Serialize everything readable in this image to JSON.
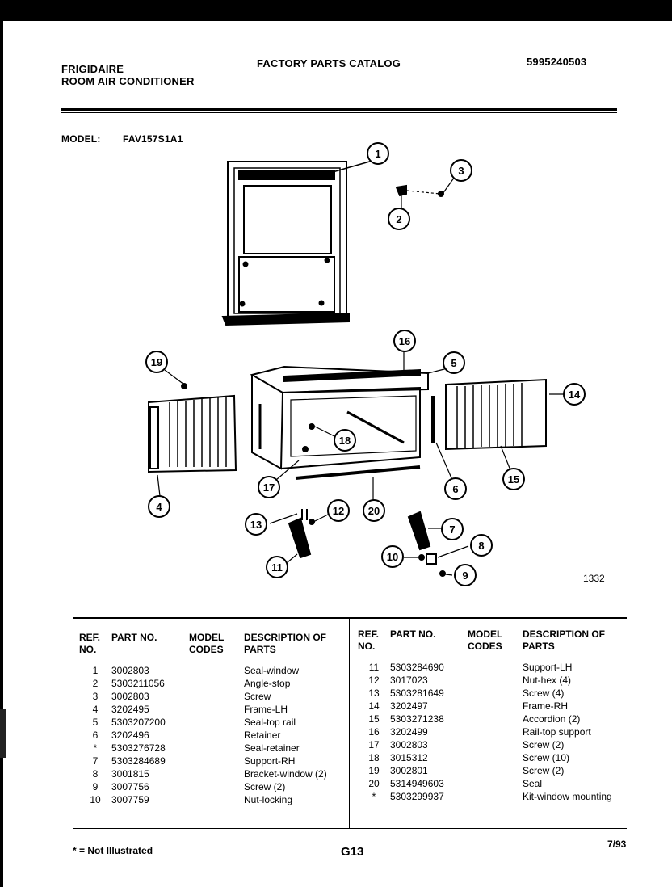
{
  "header": {
    "brand": "FRIGIDAIRE",
    "product": "ROOM AIR CONDITIONER",
    "catalog_title": "FACTORY PARTS CATALOG",
    "catalog_number": "5995240503",
    "model_label": "MODEL:",
    "model_value": "FAV157S1A1"
  },
  "diagram": {
    "figure_number": "1332",
    "callouts": [
      "1",
      "2",
      "3",
      "4",
      "5",
      "6",
      "7",
      "8",
      "9",
      "10",
      "11",
      "12",
      "13",
      "14",
      "15",
      "16",
      "17",
      "18",
      "19",
      "20"
    ]
  },
  "table": {
    "headers": {
      "ref": "REF. NO.",
      "part": "PART NO.",
      "codes": "MODEL CODES",
      "desc": "DESCRIPTION OF PARTS"
    },
    "left_rows": [
      {
        "ref": "1",
        "part": "3002803",
        "codes": "",
        "desc": "Seal-window"
      },
      {
        "ref": "2",
        "part": "5303211056",
        "codes": "",
        "desc": "Angle-stop"
      },
      {
        "ref": "3",
        "part": "3002803",
        "codes": "",
        "desc": "Screw"
      },
      {
        "ref": "4",
        "part": "3202495",
        "codes": "",
        "desc": "Frame-LH"
      },
      {
        "ref": "5",
        "part": "5303207200",
        "codes": "",
        "desc": "Seal-top rail"
      },
      {
        "ref": "6",
        "part": "3202496",
        "codes": "",
        "desc": "Retainer"
      },
      {
        "ref": "*",
        "part": "5303276728",
        "codes": "",
        "desc": "Seal-retainer"
      },
      {
        "ref": "7",
        "part": "5303284689",
        "codes": "",
        "desc": "Support-RH"
      },
      {
        "ref": "8",
        "part": "3001815",
        "codes": "",
        "desc": "Bracket-window  (2)"
      },
      {
        "ref": "9",
        "part": "3007756",
        "codes": "",
        "desc": "Screw  (2)"
      },
      {
        "ref": "10",
        "part": "3007759",
        "codes": "",
        "desc": "Nut-locking"
      }
    ],
    "right_rows": [
      {
        "ref": "11",
        "part": "5303284690",
        "codes": "",
        "desc": "Support-LH"
      },
      {
        "ref": "12",
        "part": "3017023",
        "codes": "",
        "desc": "Nut-hex  (4)"
      },
      {
        "ref": "13",
        "part": "5303281649",
        "codes": "",
        "desc": "Screw  (4)"
      },
      {
        "ref": "14",
        "part": "3202497",
        "codes": "",
        "desc": "Frame-RH"
      },
      {
        "ref": "15",
        "part": "5303271238",
        "codes": "",
        "desc": "Accordion  (2)"
      },
      {
        "ref": "16",
        "part": "3202499",
        "codes": "",
        "desc": "Rail-top  support"
      },
      {
        "ref": "17",
        "part": "3002803",
        "codes": "",
        "desc": "Screw  (2)"
      },
      {
        "ref": "18",
        "part": "3015312",
        "codes": "",
        "desc": "Screw  (10)"
      },
      {
        "ref": "19",
        "part": "3002801",
        "codes": "",
        "desc": "Screw  (2)"
      },
      {
        "ref": "20",
        "part": "5314949603",
        "codes": "",
        "desc": "Seal"
      },
      {
        "ref": "*",
        "part": "5303299937",
        "codes": "",
        "desc": "Kit-window  mounting"
      }
    ]
  },
  "footer": {
    "note": "* = Not Illustrated",
    "page": "G13",
    "date": "7/93"
  }
}
